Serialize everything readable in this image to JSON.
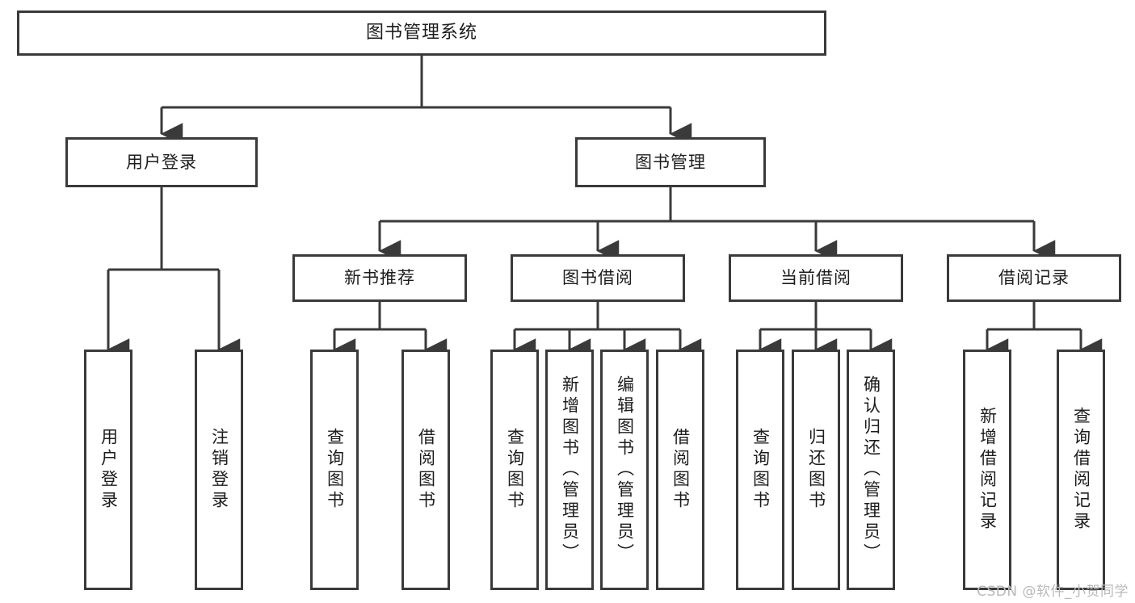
{
  "diagram": {
    "title": "图书管理系统",
    "watermark": "CSDN @软件_小贺同学",
    "colors": {
      "box_border": "#3a3a3a",
      "box_fill": "#ffffff",
      "connector": "#3a3a3a",
      "text": "#1c1c1c",
      "watermark": "#b9b9b9"
    },
    "root": {
      "label": "图书管理系统"
    },
    "level2": [
      {
        "label": "用户登录"
      },
      {
        "label": "图书管理"
      }
    ],
    "level3": [
      {
        "label": "新书推荐"
      },
      {
        "label": "图书借阅"
      },
      {
        "label": "当前借阅"
      },
      {
        "label": "借阅记录"
      }
    ],
    "leaves": {
      "user_login": [
        {
          "label": "用户登录"
        },
        {
          "label": "注销登录"
        }
      ],
      "new_book": [
        {
          "label": "查询图书"
        },
        {
          "label": "借阅图书"
        }
      ],
      "book_borrow": [
        {
          "label": "查询图书"
        },
        {
          "label": "新增图书（管理员）"
        },
        {
          "label": "编辑图书（管理员）"
        },
        {
          "label": "借阅图书"
        }
      ],
      "current_borrow": [
        {
          "label": "查询图书"
        },
        {
          "label": "归还图书"
        },
        {
          "label": "确认归还（管理员）"
        }
      ],
      "borrow_record": [
        {
          "label": "新增借阅记录"
        },
        {
          "label": "查询借阅记录"
        }
      ]
    }
  }
}
